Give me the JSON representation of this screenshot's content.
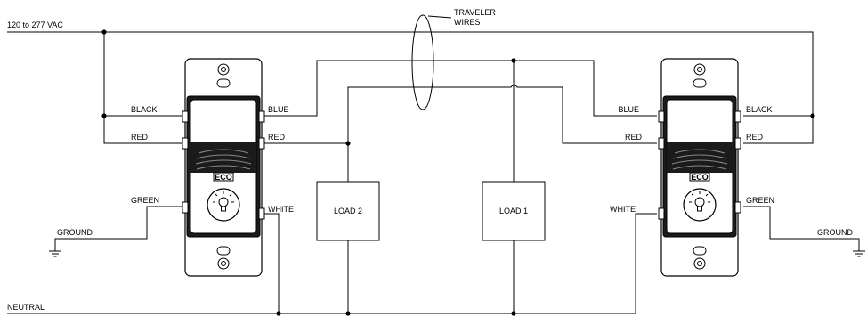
{
  "supply": {
    "voltage_label": "120 to 277 VAC"
  },
  "traveler": {
    "label_line1": "TRAVELER",
    "label_line2": "WIRES"
  },
  "neutral": {
    "label": "NEUTRAL"
  },
  "left_switch": {
    "black": "BLACK",
    "red_in": "RED",
    "blue": "BLUE",
    "red_out": "RED",
    "green": "GREEN",
    "white": "WHITE",
    "ground": "GROUND",
    "badge": "ECO"
  },
  "right_switch": {
    "blue": "BLUE",
    "black": "BLACK",
    "red_in": "RED",
    "red_out": "RED",
    "white": "WHITE",
    "green": "GREEN",
    "ground": "GROUND",
    "badge": "ECO"
  },
  "loads": {
    "load2": "LOAD 2",
    "load1": "LOAD 1"
  }
}
